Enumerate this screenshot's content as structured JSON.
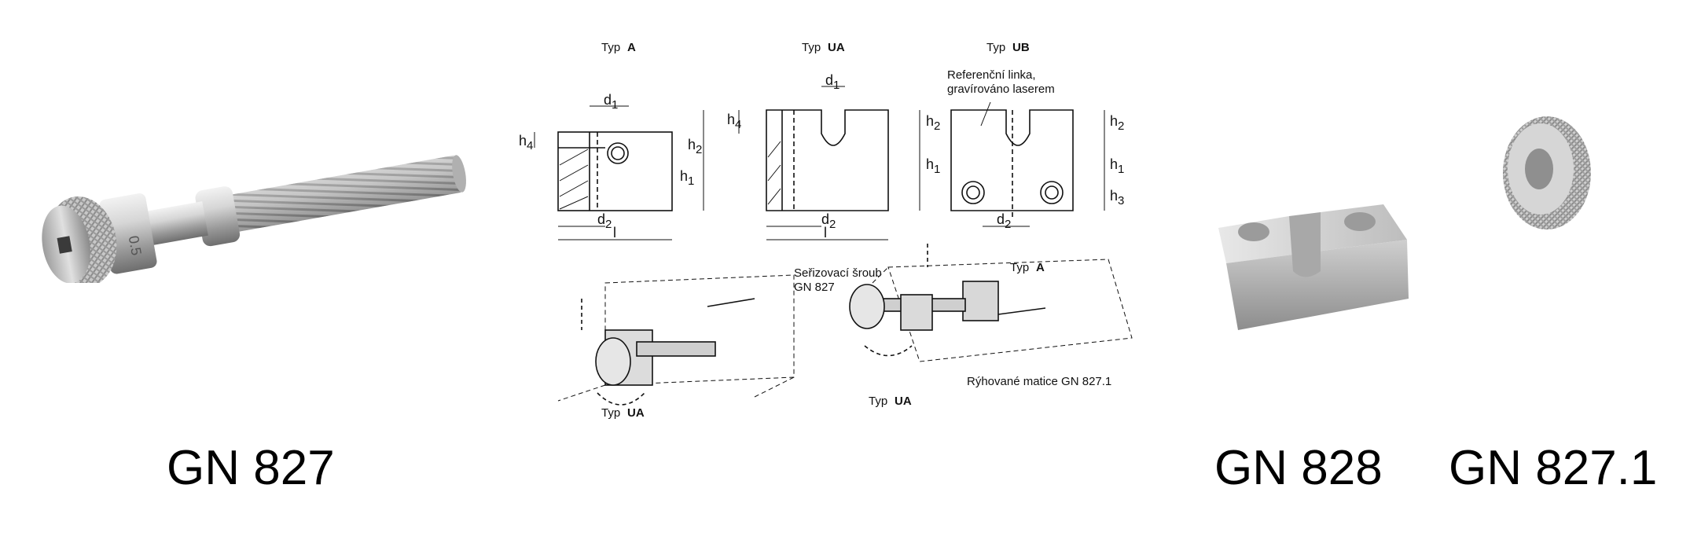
{
  "products": [
    {
      "caption": "GN 827"
    },
    {
      "caption": "GN 828"
    },
    {
      "caption": "GN 827.1"
    }
  ],
  "screw_scale_text": "0.5",
  "drawing": {
    "views": [
      {
        "prefix": "Typ",
        "type": "A"
      },
      {
        "prefix": "Typ",
        "type": "UA"
      },
      {
        "prefix": "Typ",
        "type": "UB"
      }
    ],
    "reference_note_line1": "Referenční linka,",
    "reference_note_line2": "gravírováno laserem",
    "dims": {
      "d1": "d",
      "d2": "d",
      "sub1": "1",
      "sub2": "2",
      "sub3": "3",
      "sub4": "4",
      "h": "h",
      "l": "l"
    },
    "adjust_screw_line1": "Seřizovací šroub",
    "adjust_screw_line2": "GN 827",
    "knurled_nut_label": "Rýhované matice GN 827.1",
    "bottom_left_type": {
      "prefix": "Typ",
      "type": "UA"
    },
    "bottom_right_type_a": {
      "prefix": "Typ",
      "type": "A"
    },
    "bottom_right_type_ua": {
      "prefix": "Typ",
      "type": "UA"
    }
  }
}
